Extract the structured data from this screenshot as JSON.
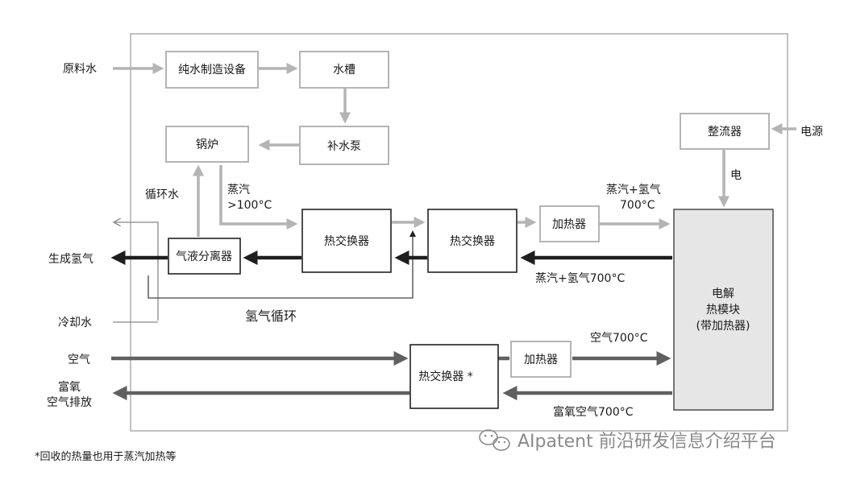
{
  "inputs": {
    "raw_water": "原料水",
    "power": "电源",
    "cooling_water": "冷却水",
    "air": "空气"
  },
  "outputs": {
    "hydrogen": "生成氢气",
    "oxygen_line1": "富氧",
    "oxygen_line2": "空气排放"
  },
  "boxes": {
    "pure_water": "纯水制造设备",
    "tank": "水槽",
    "pump": "补水泵",
    "boiler": "锅炉",
    "separator": "气液分离器",
    "hx1": "热交换器",
    "hx2": "热交换器",
    "hx3": "热交换器 *",
    "heater1": "加热器",
    "heater2": "加热器",
    "rectifier": "整流器",
    "module_line1": "电解",
    "module_line2": "热模块",
    "module_line3": "(带加热器)"
  },
  "flow_labels": {
    "recycle_water": "循环水",
    "steam_line1": "蒸汽",
    "steam_line2": ">100°C",
    "steam_h2_line1": "蒸汽+氢气",
    "steam_h2_line2": "700°C",
    "steam_h2_return": "蒸汽+氢气700°C",
    "electricity": "电",
    "h2_recycle": "氢气循环",
    "air_700": "空气700°C",
    "oxygen_700": "富氧空气700°C"
  },
  "footnote": "*回收的热量也用于蒸汽加热等",
  "watermark": "AIpatent 前沿研发信息介绍平台",
  "watermark_icon": "wechat-icon",
  "colors": {
    "light_flow": "#b4b4b4",
    "dark_flow": "#1e1e1e",
    "module_fill": "#e6e6e6"
  }
}
